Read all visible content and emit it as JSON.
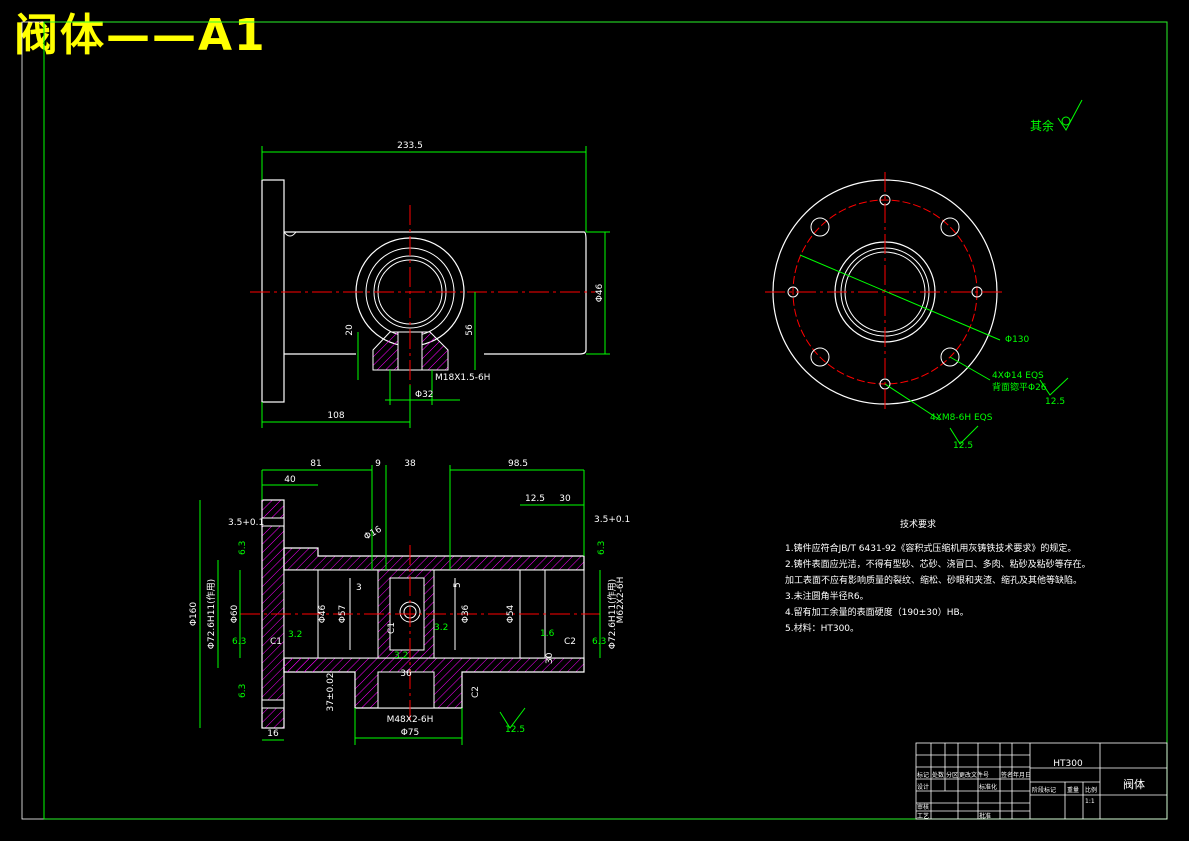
{
  "drawing": {
    "title": "阀体——A1",
    "roughness_note": "其余",
    "colors": {
      "outline": "#ffffff",
      "dimension": "#00ff00",
      "center": "#ff0000",
      "title": "#ffff00",
      "hatch": "#ff00ff"
    }
  },
  "top_view": {
    "dims": {
      "overall_length": "233.5",
      "left_length": "108",
      "height": "Φ46",
      "boss_height": "56",
      "small": "20",
      "thread": "M18X1.5-6H",
      "boss_dia": "Φ32"
    }
  },
  "side_view": {
    "dims": {
      "pcd": "Φ130",
      "holes": "4XΦ14 EQS",
      "spotface": "背面锪平Φ26",
      "roughness1": "12.5",
      "tapped": "4XM8-6H EQS",
      "roughness2": "12.5"
    }
  },
  "section_view": {
    "dims": {
      "d81": "81",
      "d9": "9",
      "d38": "38",
      "d98_5": "98.5",
      "d40": "40",
      "d12_5": "12.5",
      "d30": "30",
      "tol_left": "3.5+0.1",
      "tol_right": "3.5+0.1",
      "d160": "Φ160",
      "d72": "Φ72.6H11(作用)",
      "d60": "Φ60",
      "d46": "Φ46",
      "d57": "Φ57",
      "d3": "3",
      "d16": "Φ16",
      "d36": "Φ36",
      "d54": "Φ54",
      "d72r": "Φ72.6H11(作用)",
      "m62": "M62X2-6H",
      "r63a": "6.3",
      "r63b": "6.3",
      "r63c": "6.3",
      "r32a": "3.2",
      "r32b": "3.2",
      "r32c": "3.2",
      "r63d": "6.3",
      "r63e": "6.3",
      "c1a": "C1",
      "c1b": "C1",
      "c2a": "C2",
      "c2b": "C2",
      "r12_5": "12.5",
      "d36b": "36",
      "m48": "M48X2-6H",
      "d75": "Φ75",
      "d16b": "16",
      "d37": "37±0.02",
      "d30b": "30",
      "r16": "1.6",
      "d5": "5"
    }
  },
  "tech_requirements": {
    "heading": "技术要求",
    "items": [
      "1.铸件应符合JB/T 6431-92《容积式压缩机用灰铸铁技术要求》的规定。",
      "2.铸件表面应光洁，不得有型砂、芯砂、浇冒口、多肉、粘砂及粘砂等存在。",
      "加工表面不应有影响质量的裂纹、缩松、砂眼和夹渣、缩孔及其他等缺陷。",
      "3.未注圆角半径R6。",
      "4.留有加工余量的表面硬度（190±30）HB。",
      "5.材料：HT300。"
    ]
  },
  "title_block": {
    "material": "HT300",
    "part_name": "阀体",
    "row_labels": [
      "标记",
      "处数",
      "分区",
      "更改文件号",
      "签名",
      "年月日"
    ],
    "designer": "设计",
    "standardize": "标准化",
    "check": "审核",
    "process": "工艺",
    "approve": "批准",
    "stage_label": "阶段标记",
    "weight_label": "重量",
    "scale_label": "比例",
    "scale_value": "1:1"
  }
}
